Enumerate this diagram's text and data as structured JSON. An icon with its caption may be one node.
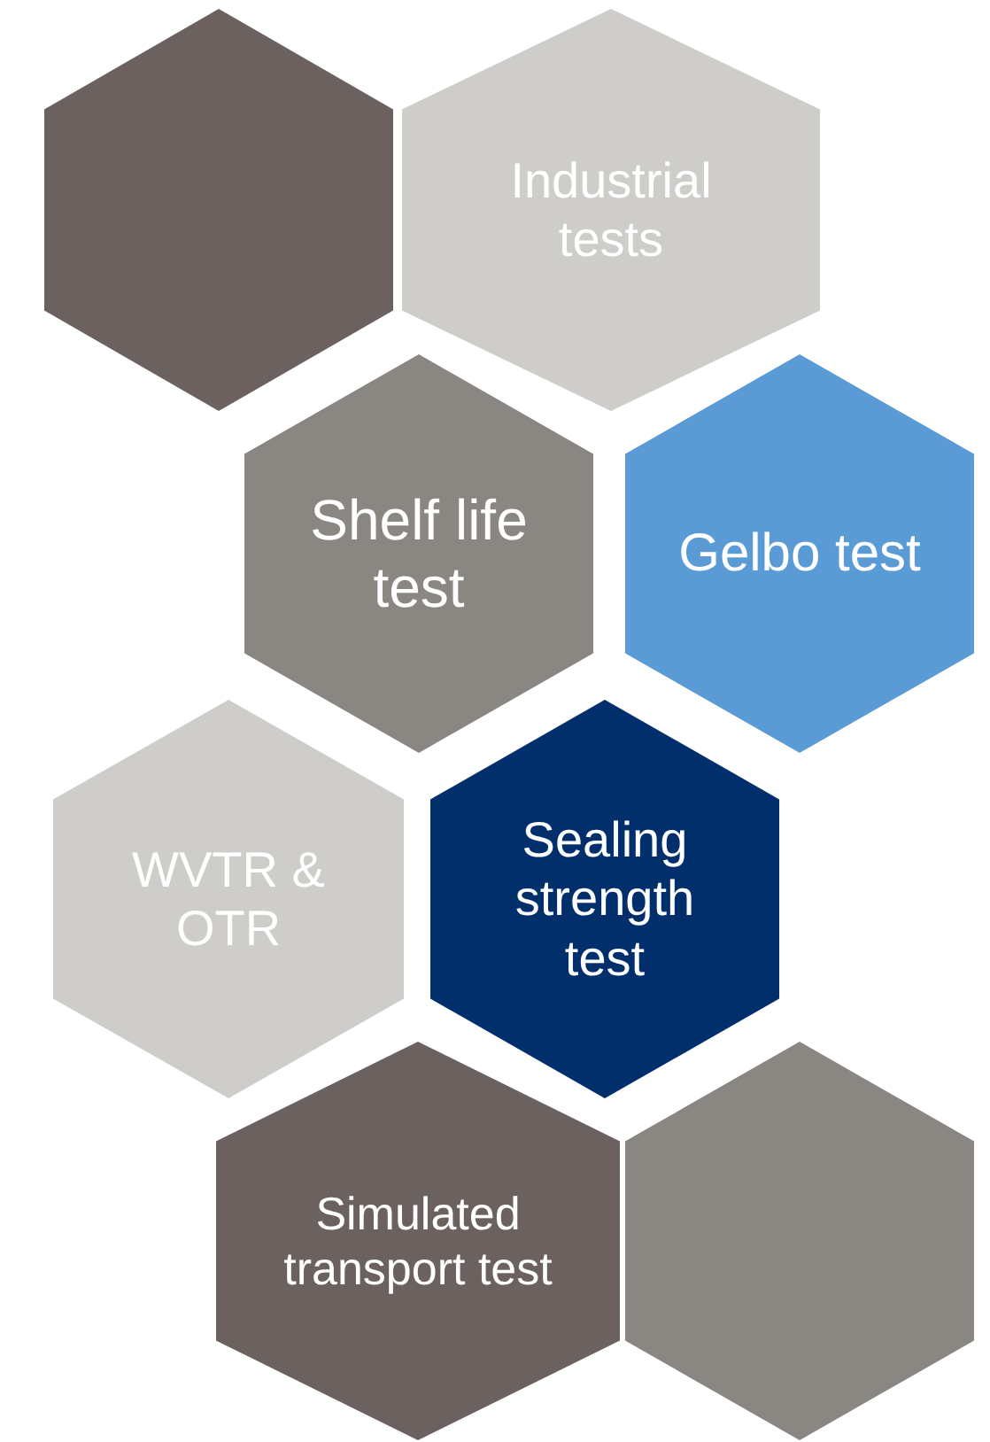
{
  "diagram": {
    "nodes": [
      {
        "text": [],
        "shape": "hexagon"
      },
      {
        "text": [
          "Industrial tests"
        ]
      },
      {
        "text": [
          "Shelf life test"
        ]
      },
      {
        "text": [
          "Gelbo test"
        ]
      },
      {
        "text": [
          "WVTR & OTR"
        ]
      },
      {
        "text": [
          "Sealing strength test"
        ]
      },
      {
        "text": [
          "Simulated transport test"
        ]
      },
      {
        "text": [],
        "shape": "hexagon"
      }
    ]
  }
}
